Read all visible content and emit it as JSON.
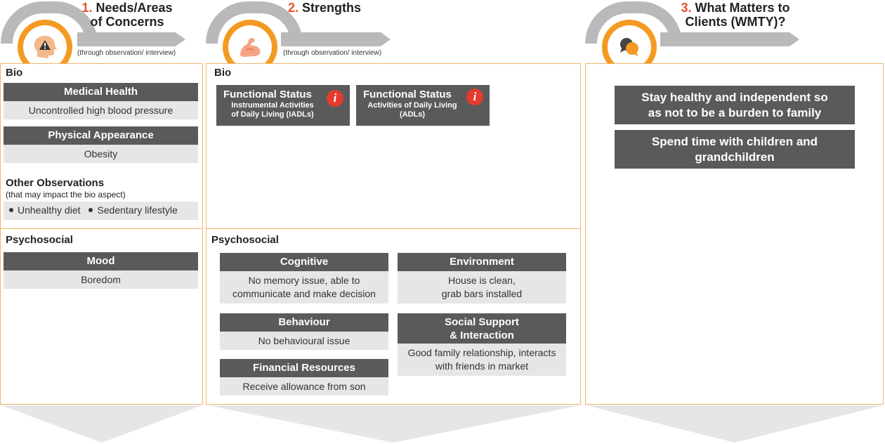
{
  "headers": [
    {
      "number": "1.",
      "title_line1": "Needs/Areas",
      "title_line2": "of Concerns",
      "subtitle": "(through observation/ interview)",
      "icon": "head-warning-icon"
    },
    {
      "number": "2.",
      "title_line1": "Strengths",
      "subtitle": "(through observation/ interview)",
      "icon": "flexed-arm-icon"
    },
    {
      "number": "3.",
      "title_line1": "What Matters to",
      "title_line2": "Clients (WMTY)?",
      "icon": "chat-bubbles-icon"
    }
  ],
  "needs": {
    "bio_label": "Bio",
    "medical_health": {
      "title": "Medical Health",
      "value": "Uncontrolled high blood pressure"
    },
    "physical_appearance": {
      "title": "Physical Appearance",
      "value": "Obesity"
    },
    "other_observations": {
      "title": "Other Observations",
      "subtitle": "(that may impact the bio aspect)",
      "items": [
        "Unhealthy diet",
        "Sedentary lifestyle"
      ]
    },
    "psychosocial_label": "Psychosocial",
    "mood": {
      "title": "Mood",
      "value": "Boredom"
    }
  },
  "strengths": {
    "bio_label": "Bio",
    "functional_status": [
      {
        "title": "Functional Status",
        "line1": "Instrumental Activities",
        "line2": "of Daily Living (IADLs)",
        "info": "i"
      },
      {
        "title": "Functional Status",
        "line1": "Activities of Daily Living",
        "line2": "(ADLs)",
        "info": "i"
      }
    ],
    "psychosocial_label": "Psychosocial",
    "cognitive": {
      "title": "Cognitive",
      "line1": "No memory issue, able to",
      "line2": "communicate and make decision"
    },
    "environment": {
      "title": "Environment",
      "line1": "House is clean,",
      "line2": "grab bars installed"
    },
    "behaviour": {
      "title": "Behaviour",
      "value": "No behavioural issue"
    },
    "social_support": {
      "title_line1": "Social Support",
      "title_line2": "& Interaction",
      "line1": "Good family relationship, interacts",
      "line2": "with friends in market"
    },
    "financial": {
      "title": "Financial Resources",
      "value": "Receive allowance from son"
    }
  },
  "wmty": {
    "items": [
      {
        "line1": "Stay healthy and independent so",
        "line2": "as not to be a burden to family"
      },
      {
        "line1": "Spend time with children and",
        "line2": "grandchildren"
      }
    ]
  },
  "colors": {
    "accent": "#f49a22",
    "number": "#e8512e",
    "card": "#5a5a5a",
    "card_body": "#e6e6e6",
    "border": "#f4b36a",
    "info": "#e53a2e"
  }
}
